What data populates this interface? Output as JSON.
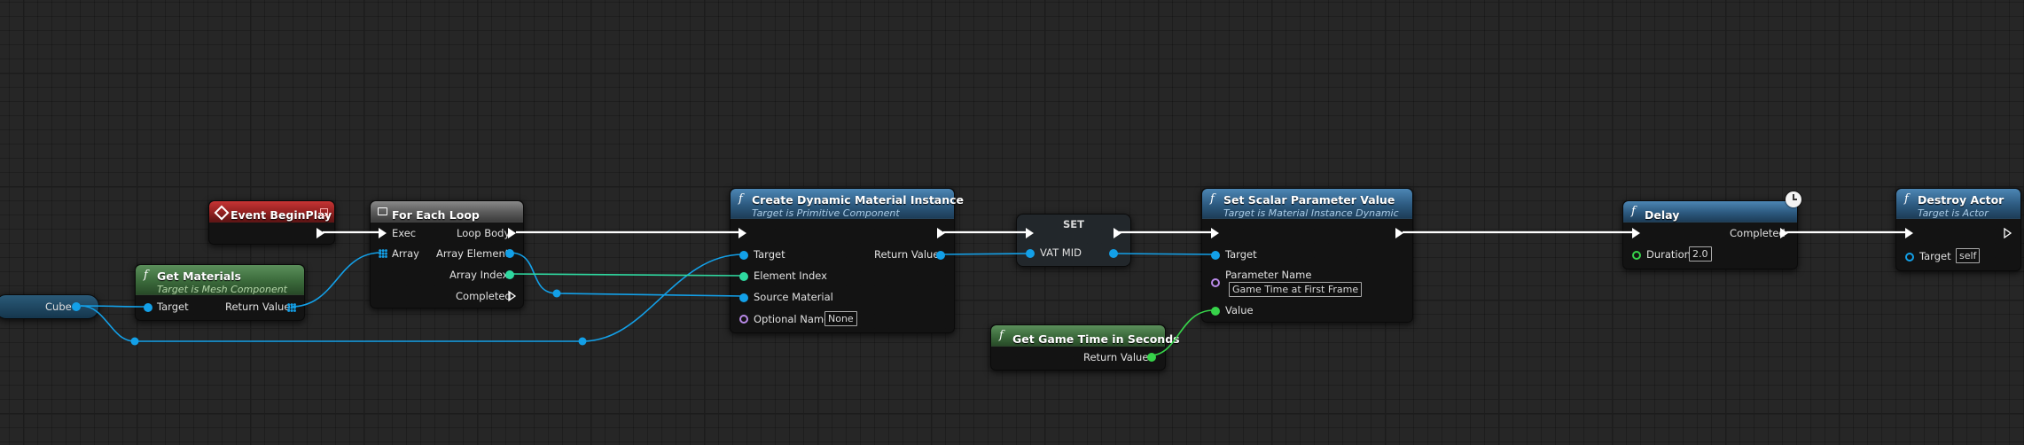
{
  "colors": {
    "graph_background": "#262626",
    "object_pin": "#13a0e8",
    "float_pin": "#37d34a",
    "int_pin": "#2fd9a0",
    "name_pin": "#b98ae8",
    "exec_wire": "#ffffff",
    "function_header": "#2d5a80",
    "pure_header": "#3b6a3b",
    "event_header": "#8e1f1f",
    "macro_header": "#5a5a5a"
  },
  "icons": {
    "function": "italic-f-icon",
    "event": "event-diamond-icon",
    "macro": "loop-macro-icon",
    "latent": "clock-icon"
  },
  "nodes": {
    "cube": {
      "label": "Cube"
    },
    "event_begin_play": {
      "title": "Event BeginPlay"
    },
    "get_materials": {
      "title": "Get Materials",
      "subtitle": "Target is Mesh Component",
      "target": "Target",
      "return_value": "Return Value"
    },
    "for_each_loop": {
      "title": "For Each Loop",
      "exec": "Exec",
      "array": "Array",
      "loop_body": "Loop Body",
      "array_element": "Array Element",
      "array_index": "Array Index",
      "completed": "Completed"
    },
    "create_dmi": {
      "title": "Create Dynamic Material Instance",
      "subtitle": "Target is Primitive Component",
      "target": "Target",
      "element_index": "Element Index",
      "source_material": "Source Material",
      "optional_name": "Optional Name",
      "optional_name_value": "None",
      "return_value": "Return Value"
    },
    "set": {
      "title": "SET",
      "var": "VAT MID"
    },
    "set_scalar": {
      "title": "Set Scalar Parameter Value",
      "subtitle": "Target is Material Instance Dynamic",
      "target": "Target",
      "parameter_name": "Parameter Name",
      "parameter_name_value": "Game Time at First Frame",
      "value": "Value"
    },
    "get_game_time": {
      "title": "Get Game Time in Seconds",
      "return_value": "Return Value"
    },
    "delay": {
      "title": "Delay",
      "duration": "Duration",
      "duration_value": "2.0",
      "completed": "Completed"
    },
    "destroy_actor": {
      "title": "Destroy Actor",
      "subtitle": "Target is Actor",
      "target": "Target",
      "target_value": "self"
    }
  }
}
